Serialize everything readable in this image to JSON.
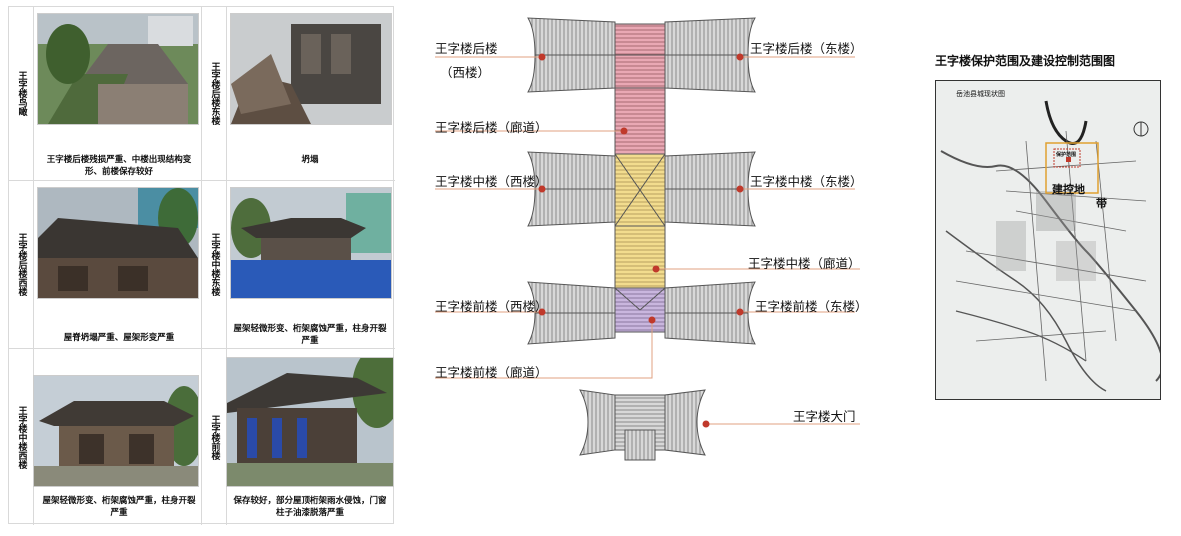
{
  "photos": [
    {
      "id": "r1c1",
      "side_label": "王字楼鸟瞰",
      "caption": "王字楼后楼残损严重、中楼出现结构变形、前楼保存较好"
    },
    {
      "id": "r1c2",
      "side_label": "王字楼后楼东楼",
      "caption": "坍塌"
    },
    {
      "id": "r2c1",
      "side_label": "王字楼后楼西楼",
      "caption": "屋脊坍塌严重、屋架形变严重"
    },
    {
      "id": "r2c2",
      "side_label": "王字楼中楼东楼",
      "caption": "屋架轻微形变、桁架腐蚀严重，柱身开裂严重"
    },
    {
      "id": "r3c1",
      "side_label": "王字楼中楼西楼",
      "caption": "屋架轻微形变、桁架腐蚀严重，柱身开裂严重"
    },
    {
      "id": "r3c2",
      "side_label": "王字楼前楼",
      "caption": "保存较好，部分屋顶桁架雨水侵蚀，门窗柱子油漆脱落严重"
    }
  ],
  "diagram": {
    "labels": {
      "rear_west": "王字楼后楼",
      "rear_west_2": "（西楼）",
      "rear_east": "王字楼后楼（东楼）",
      "rear_corridor": "王字楼后楼（廊道）",
      "mid_west": "王字楼中楼（西楼）",
      "mid_east": "王字楼中楼（东楼）",
      "mid_corridor": "王字楼中楼（廊道）",
      "front_west": "王字楼前楼（西楼）",
      "front_east": "王字楼前楼（东楼）",
      "front_corridor": "王字楼前楼（廊道）",
      "gate": "王字楼大门"
    },
    "colors": {
      "roof": "#9a9a9a",
      "rear_corridor": "#e9a8b4",
      "mid_corridor": "#f2dc8e",
      "front_corridor": "#c9b6de",
      "dot": "#c0392b",
      "leader": "#e0a080"
    }
  },
  "map": {
    "title": "王字楼保护范围及建设控制范围图",
    "inner_title": "岳池县城现状图",
    "protect_label": "保护范围",
    "control_label": "建控地",
    "control_label_2": "带"
  }
}
